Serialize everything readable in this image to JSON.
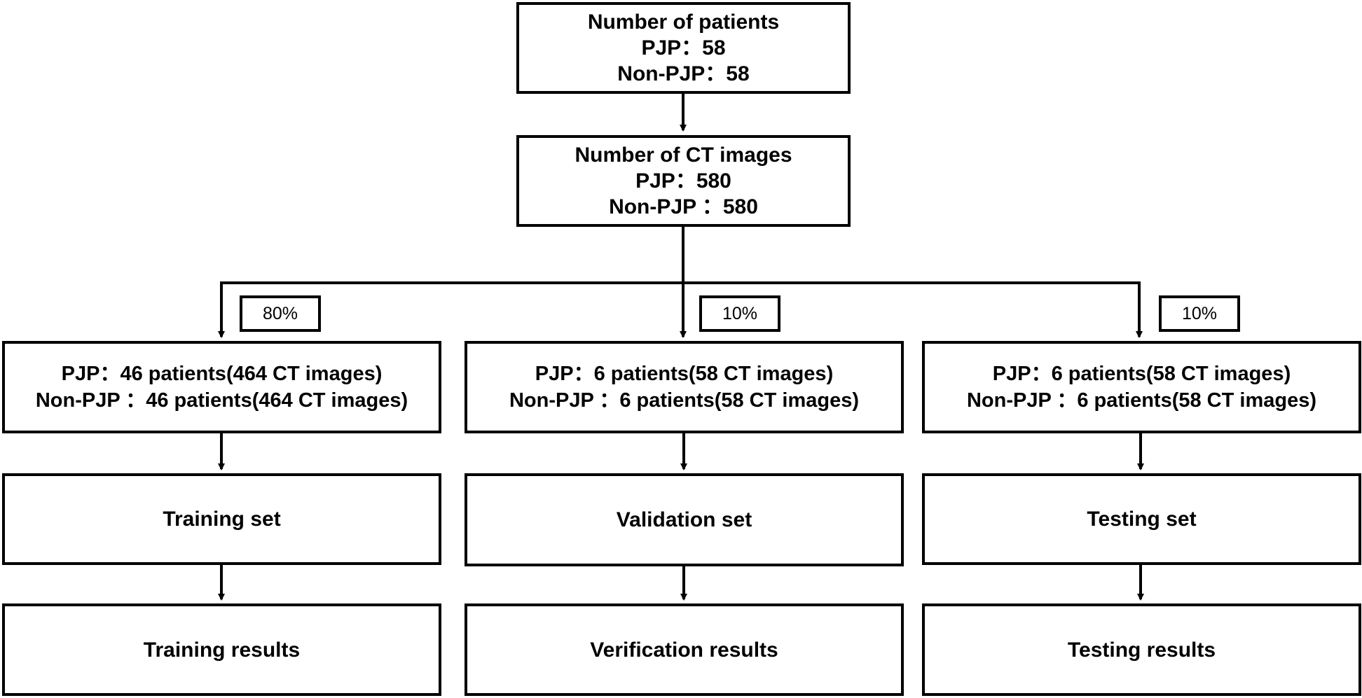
{
  "patients": {
    "title": "Number of patients",
    "pjp": "PJP：58",
    "nonpjp": "Non-PJP：58"
  },
  "ct_images": {
    "title": "Number of CT images",
    "pjp": "PJP：580",
    "nonpjp": "Non-PJP ：580"
  },
  "splits": [
    {
      "percent": "80%",
      "pjp": "PJP：46 patients(464 CT images)",
      "nonpjp": "Non-PJP ：46 patients(464 CT images)",
      "set": "Training set",
      "result": "Training results"
    },
    {
      "percent": "10%",
      "pjp": "PJP：6 patients(58 CT images)",
      "nonpjp": "Non-PJP ：6 patients(58 CT images)",
      "set": "Validation set",
      "result": "Verification results"
    },
    {
      "percent": "10%",
      "pjp": "PJP：6 patients(58 CT images)",
      "nonpjp": "Non-PJP ：6 patients(58 CT images)",
      "set": "Testing set",
      "result": "Testing results"
    }
  ]
}
